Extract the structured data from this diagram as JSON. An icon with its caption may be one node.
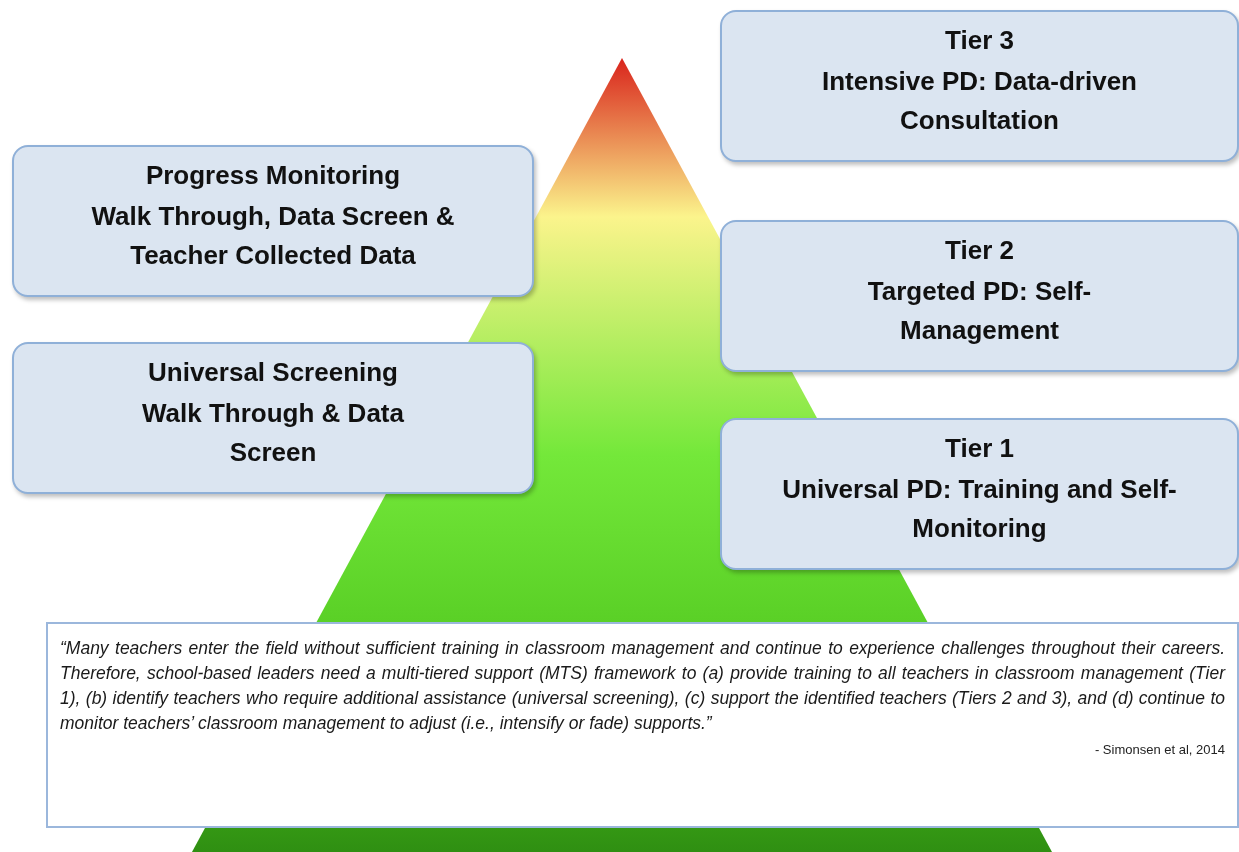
{
  "diagram": {
    "nodes": [
      {
        "text": [
          "Tier 3",
          "Intensive PD: Data-driven Consultation"
        ]
      },
      {
        "text": [
          "Progress Monitoring",
          "Walk Through, Data Screen & Teacher Collected Data"
        ]
      },
      {
        "text": [
          "Tier 2",
          "Targeted PD: Self-Management"
        ]
      },
      {
        "text": [
          "Universal Screening",
          "Walk Through & Data Screen"
        ]
      },
      {
        "text": [
          "Tier 1",
          "Universal PD: Training and Self-Monitoring"
        ]
      },
      {
        "text": [
          "“Many teachers enter the field without sufficient training in classroom management and continue to experience challenges throughout their careers. Therefore, school-based leaders need a multi-tiered support (MTS) framework to (a) provide training to all teachers in classroom management (Tier 1), (b) identify teachers who require additional assistance (universal screening), (c) support the identified teachers (Tiers 2 and 3), and (d) continue to monitor teachers’ classroom management to adjust (i.e., intensify or fade) supports.”",
          "- Simonsen et al, 2014"
        ]
      }
    ]
  }
}
